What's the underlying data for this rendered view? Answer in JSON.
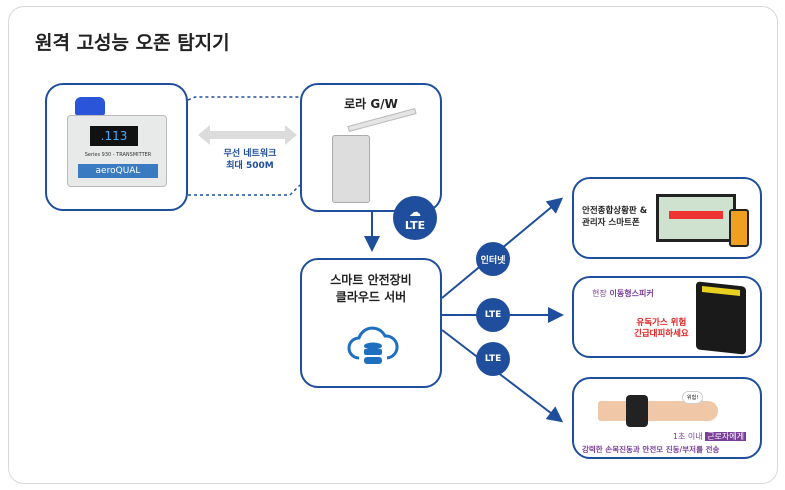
{
  "title": "원격 고성능 오존 탐지기",
  "sensor": {
    "display": ".113",
    "model": "Series 930 - TRANSMITTER",
    "brand": "aeroQUAL"
  },
  "link": {
    "line1": "무선 네트워크",
    "line2": "최대 500M"
  },
  "gateway": {
    "title": "로라 G/W",
    "badge": "LTE"
  },
  "cloud": {
    "line1": "스마트 안전장비",
    "line2": "클라우드 서버"
  },
  "connections": [
    "인터넷",
    "LTE",
    "LTE"
  ],
  "outputs": [
    {
      "line1": "안전종합상황판 &",
      "line2": "관리자 스마트폰"
    },
    {
      "label_prefix": "현장",
      "label_main": "이동형스피커",
      "alert1": "유독가스 위험",
      "alert2": "긴급대피하세요"
    },
    {
      "bubble": "위험!",
      "time": "1초 이내",
      "target": "근로자에게",
      "desc": "강력한 손목진동과 안전모 진동/부저를 전송"
    }
  ],
  "colors": {
    "primary": "#1f4e9c",
    "alert": "#e02020",
    "purple": "#7a3f98"
  }
}
